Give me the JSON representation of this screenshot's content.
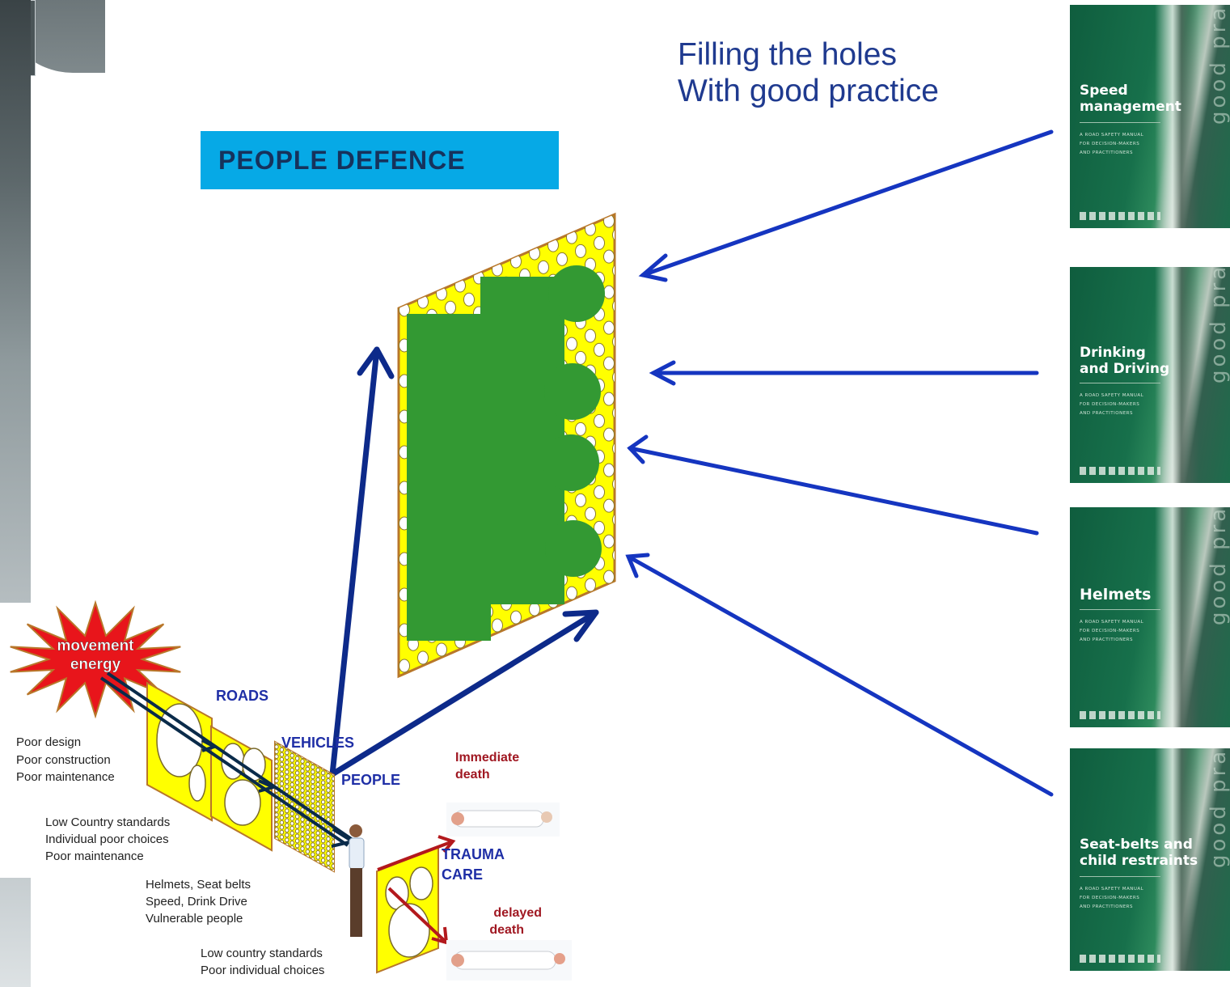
{
  "heading": {
    "line1": "Filling the holes",
    "line2": "With good practice"
  },
  "banner": {
    "label": "PEOPLE  DEFENCE"
  },
  "books": [
    {
      "title_lines": [
        "Speed",
        "management"
      ],
      "subtitle_lines": [
        "A ROAD SAFETY MANUAL",
        "FOR DECISION-MAKERS",
        "AND PRACTITIONERS"
      ],
      "side_text": "good practice"
    },
    {
      "title_lines": [
        "Drinking",
        "and Driving"
      ],
      "subtitle_lines": [
        "A ROAD SAFETY MANUAL",
        "FOR DECISION-MAKERS",
        "AND PRACTITIONERS"
      ],
      "side_text": "good practice"
    },
    {
      "title_lines": [
        "Helmets"
      ],
      "subtitle_lines": [
        "A ROAD SAFETY MANUAL",
        "FOR DECISION-MAKERS",
        "AND PRACTITIONERS"
      ],
      "side_text": "good practice"
    },
    {
      "title_lines": [
        "Seat-belts and",
        "child restraints"
      ],
      "subtitle_lines": [
        "A ROAD SAFETY MANUAL",
        "FOR DECISION-MAKERS",
        "AND PRACTITIONERS"
      ],
      "side_text": "good practice"
    }
  ],
  "model": {
    "energy_lines": [
      "movement",
      "energy"
    ],
    "layers": {
      "roads": "ROADS",
      "vehicles": "VEHICLES",
      "people": "PEOPLE",
      "trauma_lines": [
        "TRAUMA",
        "CARE"
      ]
    },
    "outcomes": {
      "immediate_lines": [
        "Immediate",
        "death"
      ],
      "delayed_lines": [
        "delayed",
        "death"
      ]
    },
    "road_factors": [
      "Poor design",
      "Poor construction",
      "Poor maintenance"
    ],
    "vehicle_factors": [
      "Low Country standards",
      "Individual  poor choices",
      "Poor maintenance"
    ],
    "people_factors": [
      "Helmets,  Seat belts",
      "Speed, Drink Drive",
      "Vulnerable people"
    ],
    "care_factors": [
      "Low country standards",
      "Poor individual choices"
    ]
  },
  "colors": {
    "arrow_blue": "#1535c0",
    "arrow_navy": "#0d2a8a",
    "plate_yellow": "#ffff00",
    "plate_border": "#b8772a",
    "patch_green": "#339933",
    "energy_red": "#e8151b",
    "banner_blue": "#06a9e6",
    "label_navy": "#1f3a8f"
  }
}
